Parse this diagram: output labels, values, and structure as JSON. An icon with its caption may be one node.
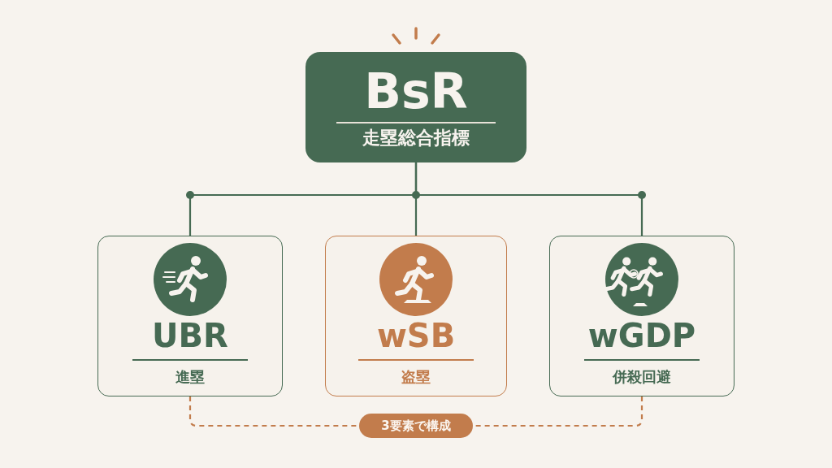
{
  "diagram": {
    "nodes": [
      {
        "text": [
          "BsR",
          "走塁総合指標"
        ]
      },
      {
        "text": [
          "UBR",
          "進塁"
        ]
      },
      {
        "text": [
          "wSB",
          "盗塁"
        ]
      },
      {
        "text": [
          "wGDP",
          "併殺回避"
        ]
      },
      {
        "text": [
          "3要素で構成"
        ]
      }
    ],
    "edges": [
      {
        "from": 0,
        "to": 1,
        "arrow": "none"
      },
      {
        "from": 0,
        "to": 2,
        "arrow": "none"
      },
      {
        "from": 0,
        "to": 3,
        "arrow": "none"
      },
      {
        "from": 1,
        "to": 4,
        "arrow": "none",
        "style": "dashed",
        "color": "#c27c4c"
      },
      {
        "from": 3,
        "to": 4,
        "arrow": "none",
        "style": "dashed",
        "color": "#c27c4c"
      }
    ]
  }
}
